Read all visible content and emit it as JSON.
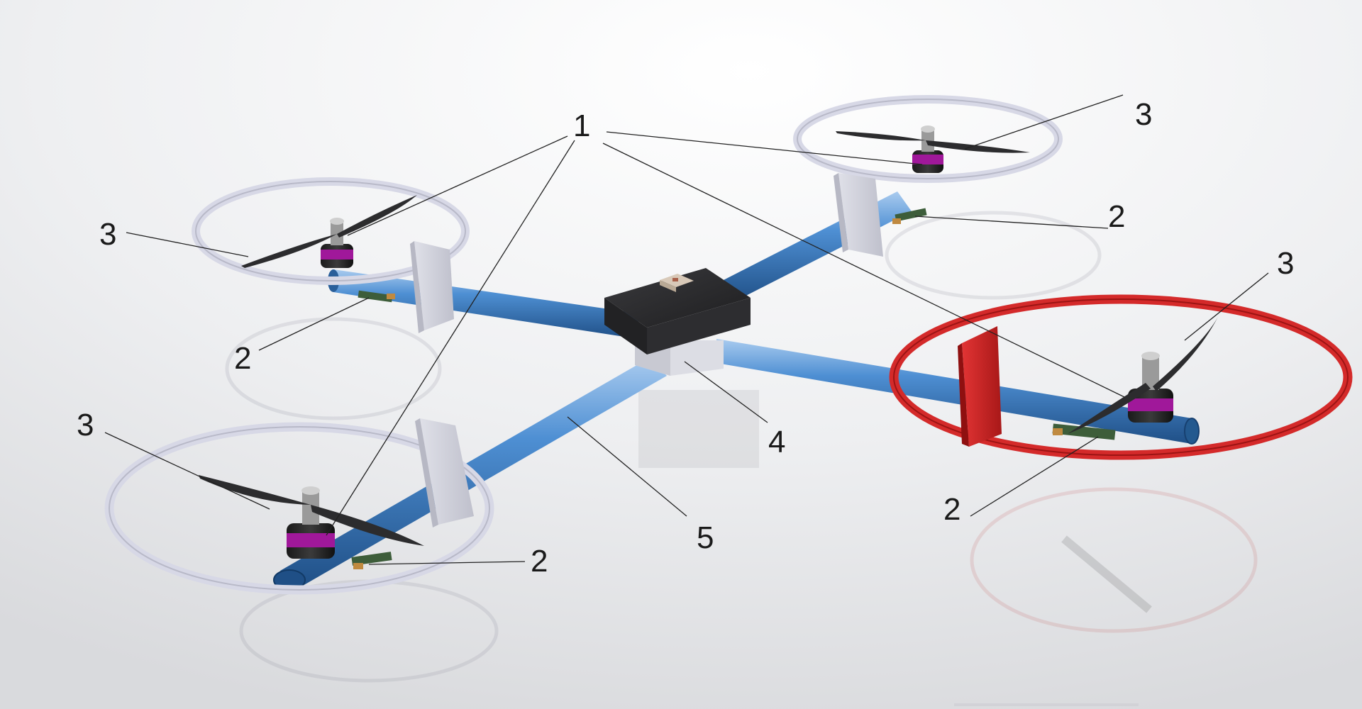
{
  "diagram": {
    "callouts": {
      "c1": "1",
      "c2a": "2",
      "c2b": "2",
      "c2c": "2",
      "c2d": "2",
      "c3a": "3",
      "c3b": "3",
      "c3c": "3",
      "c3d": "3",
      "c4": "4",
      "c5": "5"
    },
    "colors": {
      "arm_tube": "#3f7fc4",
      "guard_ring": "#d7d8e6",
      "guard_ring_highlight": "#d42a2a",
      "hub": "#2a2a2c",
      "motor_band": "#a0189a",
      "propeller": "#2c2c2e",
      "esc_board": "#3d5d3a"
    }
  }
}
